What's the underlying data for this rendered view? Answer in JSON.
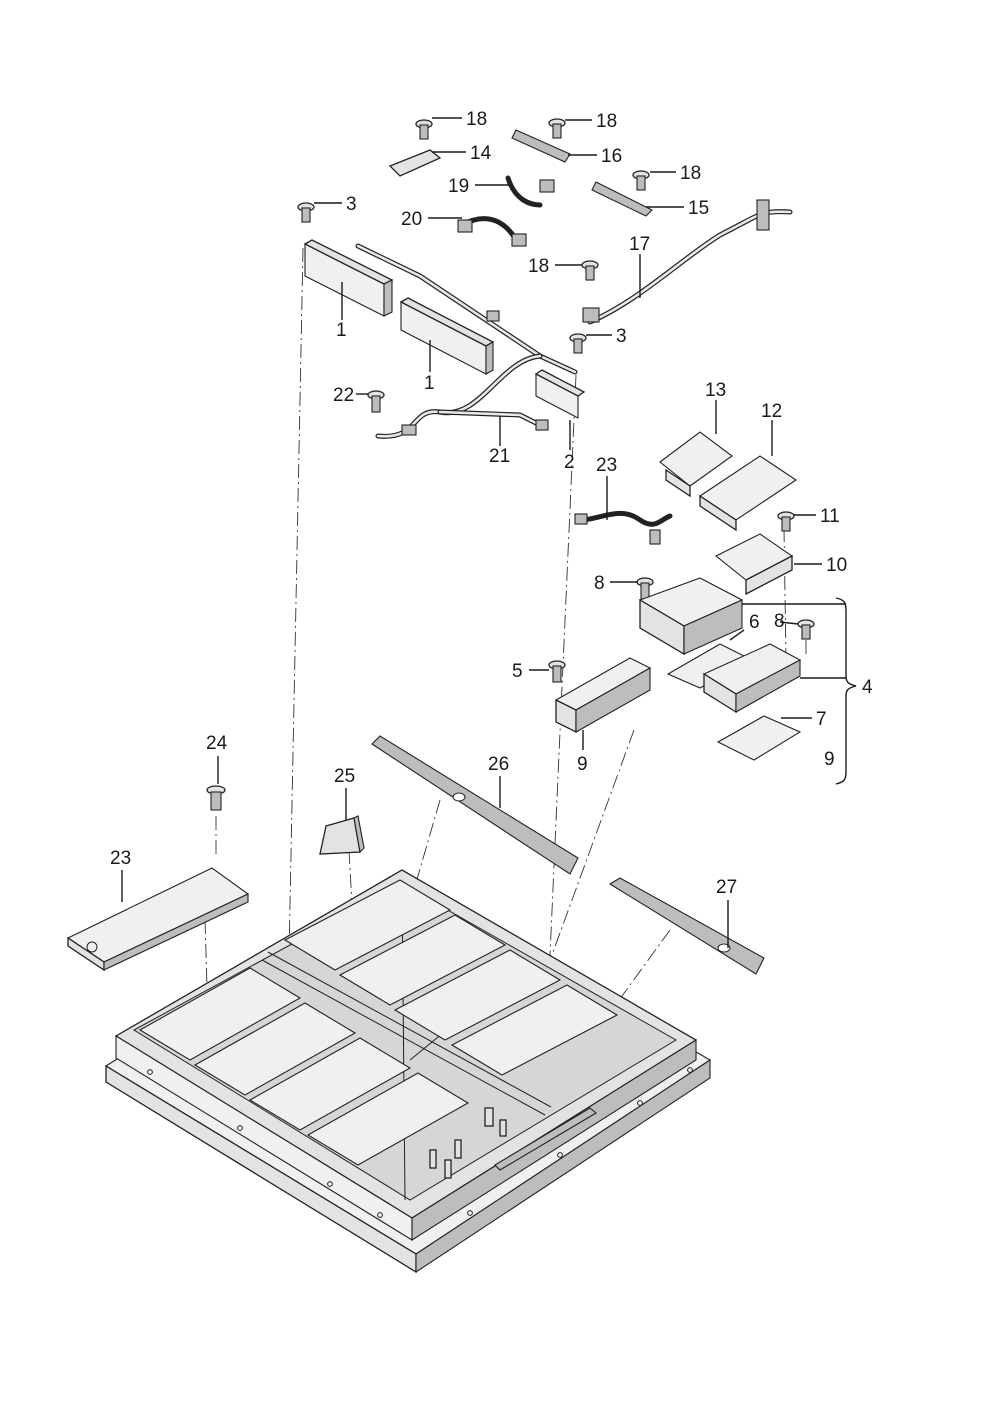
{
  "diagram": {
    "callouts": {
      "c18a": "18",
      "c14": "14",
      "c18b": "18",
      "c16": "16",
      "c19": "19",
      "c18c": "18",
      "c15": "15",
      "c3a": "3",
      "c20": "20",
      "c17": "17",
      "c18d": "18",
      "c1a": "1",
      "c3b": "3",
      "c1b": "1",
      "c22": "22",
      "c21": "21",
      "c2": "2",
      "c13": "13",
      "c12": "12",
      "c23a": "23",
      "c11": "11",
      "c10": "10",
      "c8a": "8",
      "c6": "6",
      "c8b": "8",
      "c5": "5",
      "c4": "4",
      "c7": "7",
      "c9a": "9",
      "c9b": "9",
      "c24": "24",
      "c25": "25",
      "c26": "26",
      "c23b": "23",
      "c27": "27"
    }
  }
}
